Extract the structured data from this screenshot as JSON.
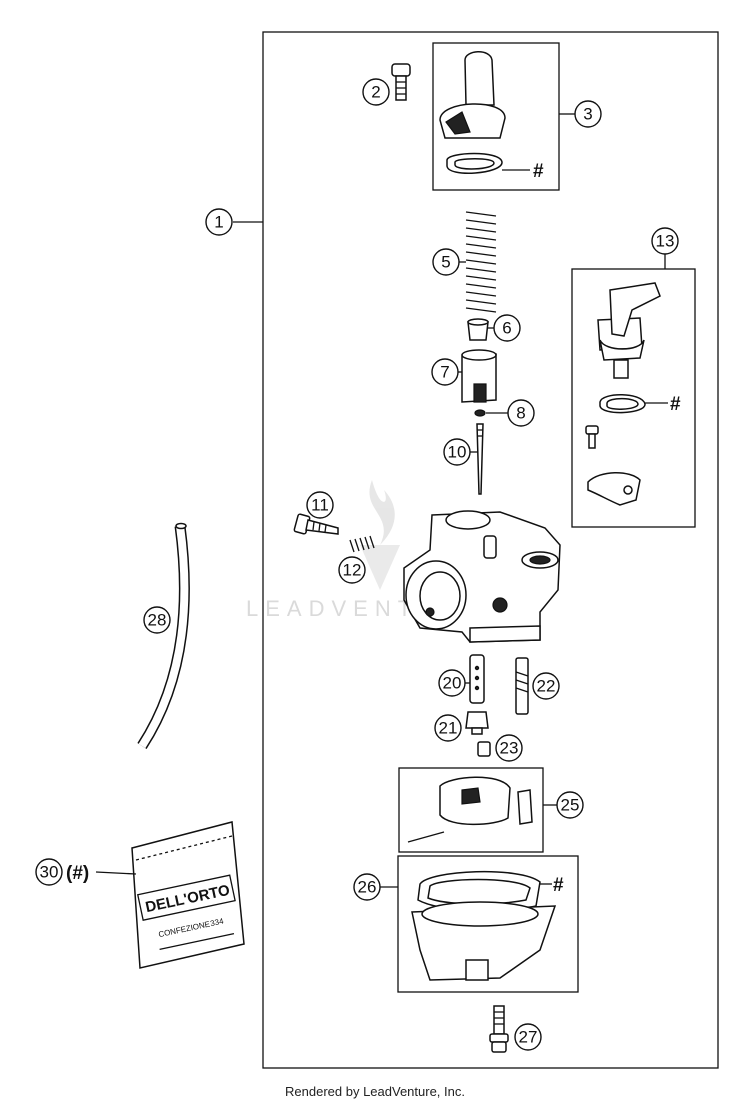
{
  "diagram": {
    "callouts": {
      "c1": "1",
      "c2": "2",
      "c3": "3",
      "c5": "5",
      "c6": "6",
      "c7": "7",
      "c8": "8",
      "c10": "10",
      "c11": "11",
      "c12": "12",
      "c13": "13",
      "c20": "20",
      "c21": "21",
      "c22": "22",
      "c23": "23",
      "c25": "25",
      "c26": "26",
      "c27": "27",
      "c28": "28",
      "c30": "30"
    },
    "kit_marker": "(#)",
    "hash_mark": "#",
    "watermark": "LEADVENTURE",
    "bag_brand": "DELL'ORTO",
    "bag_label": "CONFEZIONE",
    "bag_code": "334"
  },
  "footer": {
    "text": "Rendered by LeadVenture, Inc."
  }
}
